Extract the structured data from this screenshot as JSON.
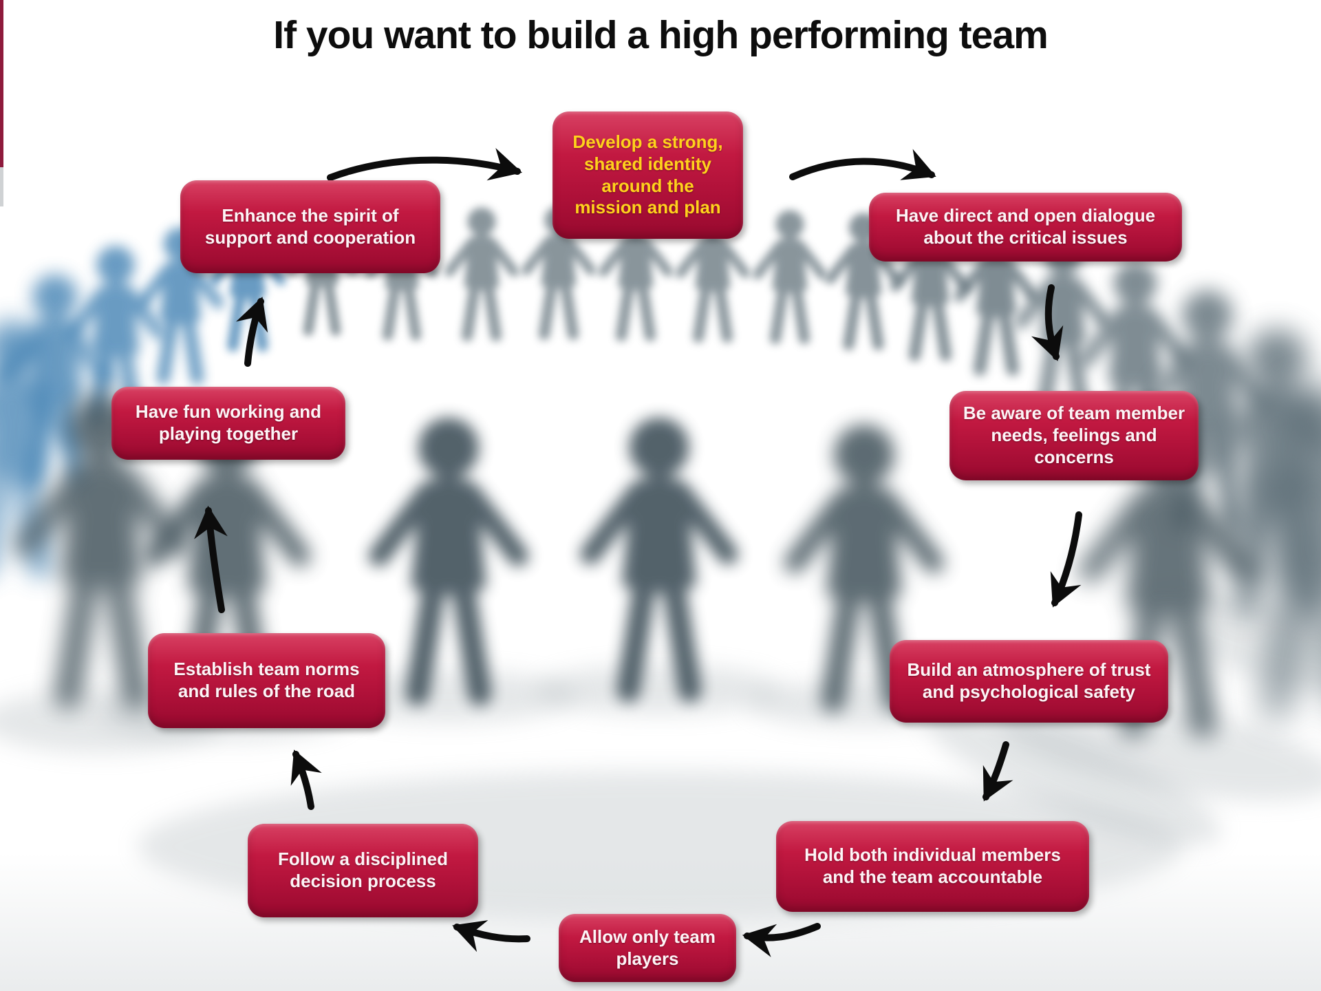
{
  "title": "If you want to build a high performing team",
  "colors": {
    "box_red": "#be1440",
    "box_red_light": "#d84163",
    "box_red_dark": "#97092e",
    "box_text": "#fdf4f6",
    "highlight_text": "#ffd21c",
    "title_text": "#0d0d0d",
    "arrow": "#0c0c0c",
    "figure_gray": "#5c6d76",
    "figure_blue": "#4080b2",
    "figure_dark": "#4c5c64",
    "left_strip": "#8e1a3c"
  },
  "boxes": [
    {
      "id": "develop-identity",
      "label": "Develop a strong,\nshared identity\naround the\nmission and plan",
      "text_style": "yellow"
    },
    {
      "id": "have-dialogue",
      "label": "Have direct and open dialogue\nabout the critical issues",
      "text_style": "white"
    },
    {
      "id": "be-aware",
      "label": "Be aware of team member\nneeds, feelings and\nconcerns",
      "text_style": "white"
    },
    {
      "id": "build-trust",
      "label": "Build an atmosphere of trust\nand psychological safety",
      "text_style": "white"
    },
    {
      "id": "hold-accountable",
      "label": "Hold both individual members\nand the team accountable",
      "text_style": "white"
    },
    {
      "id": "allow-players",
      "label": "Allow only team\nplayers",
      "text_style": "white"
    },
    {
      "id": "follow-process",
      "label": "Follow a disciplined\ndecision process",
      "text_style": "white"
    },
    {
      "id": "establish-norms",
      "label": "Establish team norms\nand rules of the road",
      "text_style": "white"
    },
    {
      "id": "have-fun",
      "label": "Have fun working and\nplaying together",
      "text_style": "white"
    },
    {
      "id": "enhance-spirit",
      "label": "Enhance the spirit of\nsupport and cooperation",
      "text_style": "white"
    }
  ],
  "flow": [
    {
      "from": "enhance-spirit",
      "to": "develop-identity"
    },
    {
      "from": "develop-identity",
      "to": "have-dialogue"
    },
    {
      "from": "have-dialogue",
      "to": "be-aware"
    },
    {
      "from": "be-aware",
      "to": "build-trust"
    },
    {
      "from": "build-trust",
      "to": "hold-accountable"
    },
    {
      "from": "hold-accountable",
      "to": "allow-players"
    },
    {
      "from": "allow-players",
      "to": "follow-process"
    },
    {
      "from": "follow-process",
      "to": "establish-norms"
    },
    {
      "from": "establish-norms",
      "to": "have-fun"
    },
    {
      "from": "have-fun",
      "to": "enhance-spirit"
    }
  ]
}
